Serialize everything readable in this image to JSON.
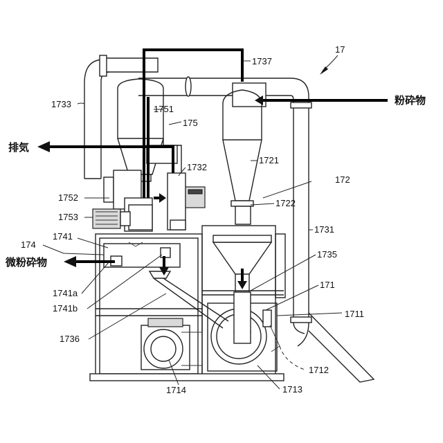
{
  "labels": {
    "l17": "17",
    "l1737": "1737",
    "l1733": "1733",
    "l1751": "1751",
    "l175": "175",
    "l1732": "1732",
    "l1721": "1721",
    "l172": "172",
    "l1752": "1752",
    "l1753": "1753",
    "l1722": "1722",
    "l1741": "1741",
    "l174": "174",
    "l1731": "1731",
    "l1735": "1735",
    "l1741a": "1741a",
    "l1741b": "1741b",
    "l171": "171",
    "l1711": "1711",
    "l1736": "1736",
    "l1712": "1712",
    "l1713": "1713",
    "l1714": "1714"
  },
  "annotations": {
    "crushed_material": "粉砕物",
    "exhaust": "排気",
    "fine_crushed_material": "微粉砕物"
  }
}
